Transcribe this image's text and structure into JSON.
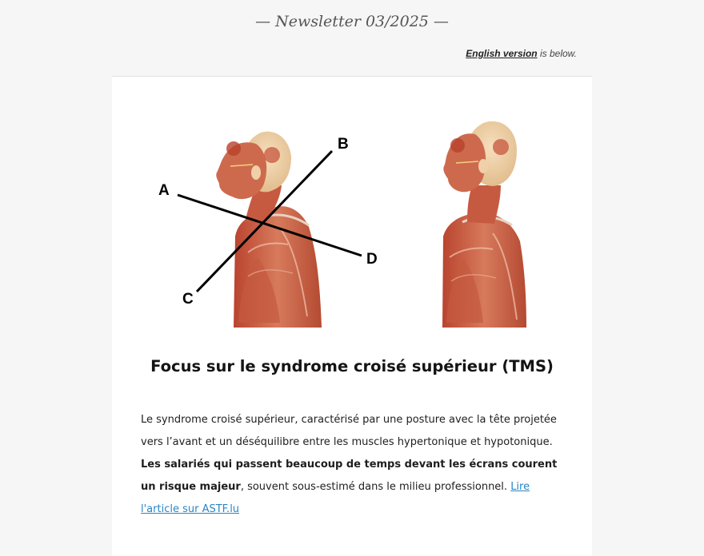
{
  "header": {
    "title": "— Newsletter 03/2025 —",
    "english_link": "English version",
    "english_suffix": "is below."
  },
  "figure": {
    "labels": {
      "a": "A",
      "b": "B",
      "c": "C",
      "d": "D"
    }
  },
  "article": {
    "headline": "Focus sur le syndrome croisé supérieur (TMS)",
    "paragraph_1": "Le syndrome croisé supérieur, caractérisé par une posture avec la tête projetée vers l’avant et un déséquilibre entre les muscles hypertonique et hypotonique.",
    "bold_part": "Les salariés qui passent beaucoup de temps devant les écrans courent un risque majeur",
    "paragraph_2": ", souvent sous-estimé dans le milieu professionnel. ",
    "link_text": "Lire l'article sur ASTF.lu"
  },
  "colors": {
    "link": "#2a86c6",
    "muscle": "#c4563f",
    "skin": "#efd1a9"
  }
}
